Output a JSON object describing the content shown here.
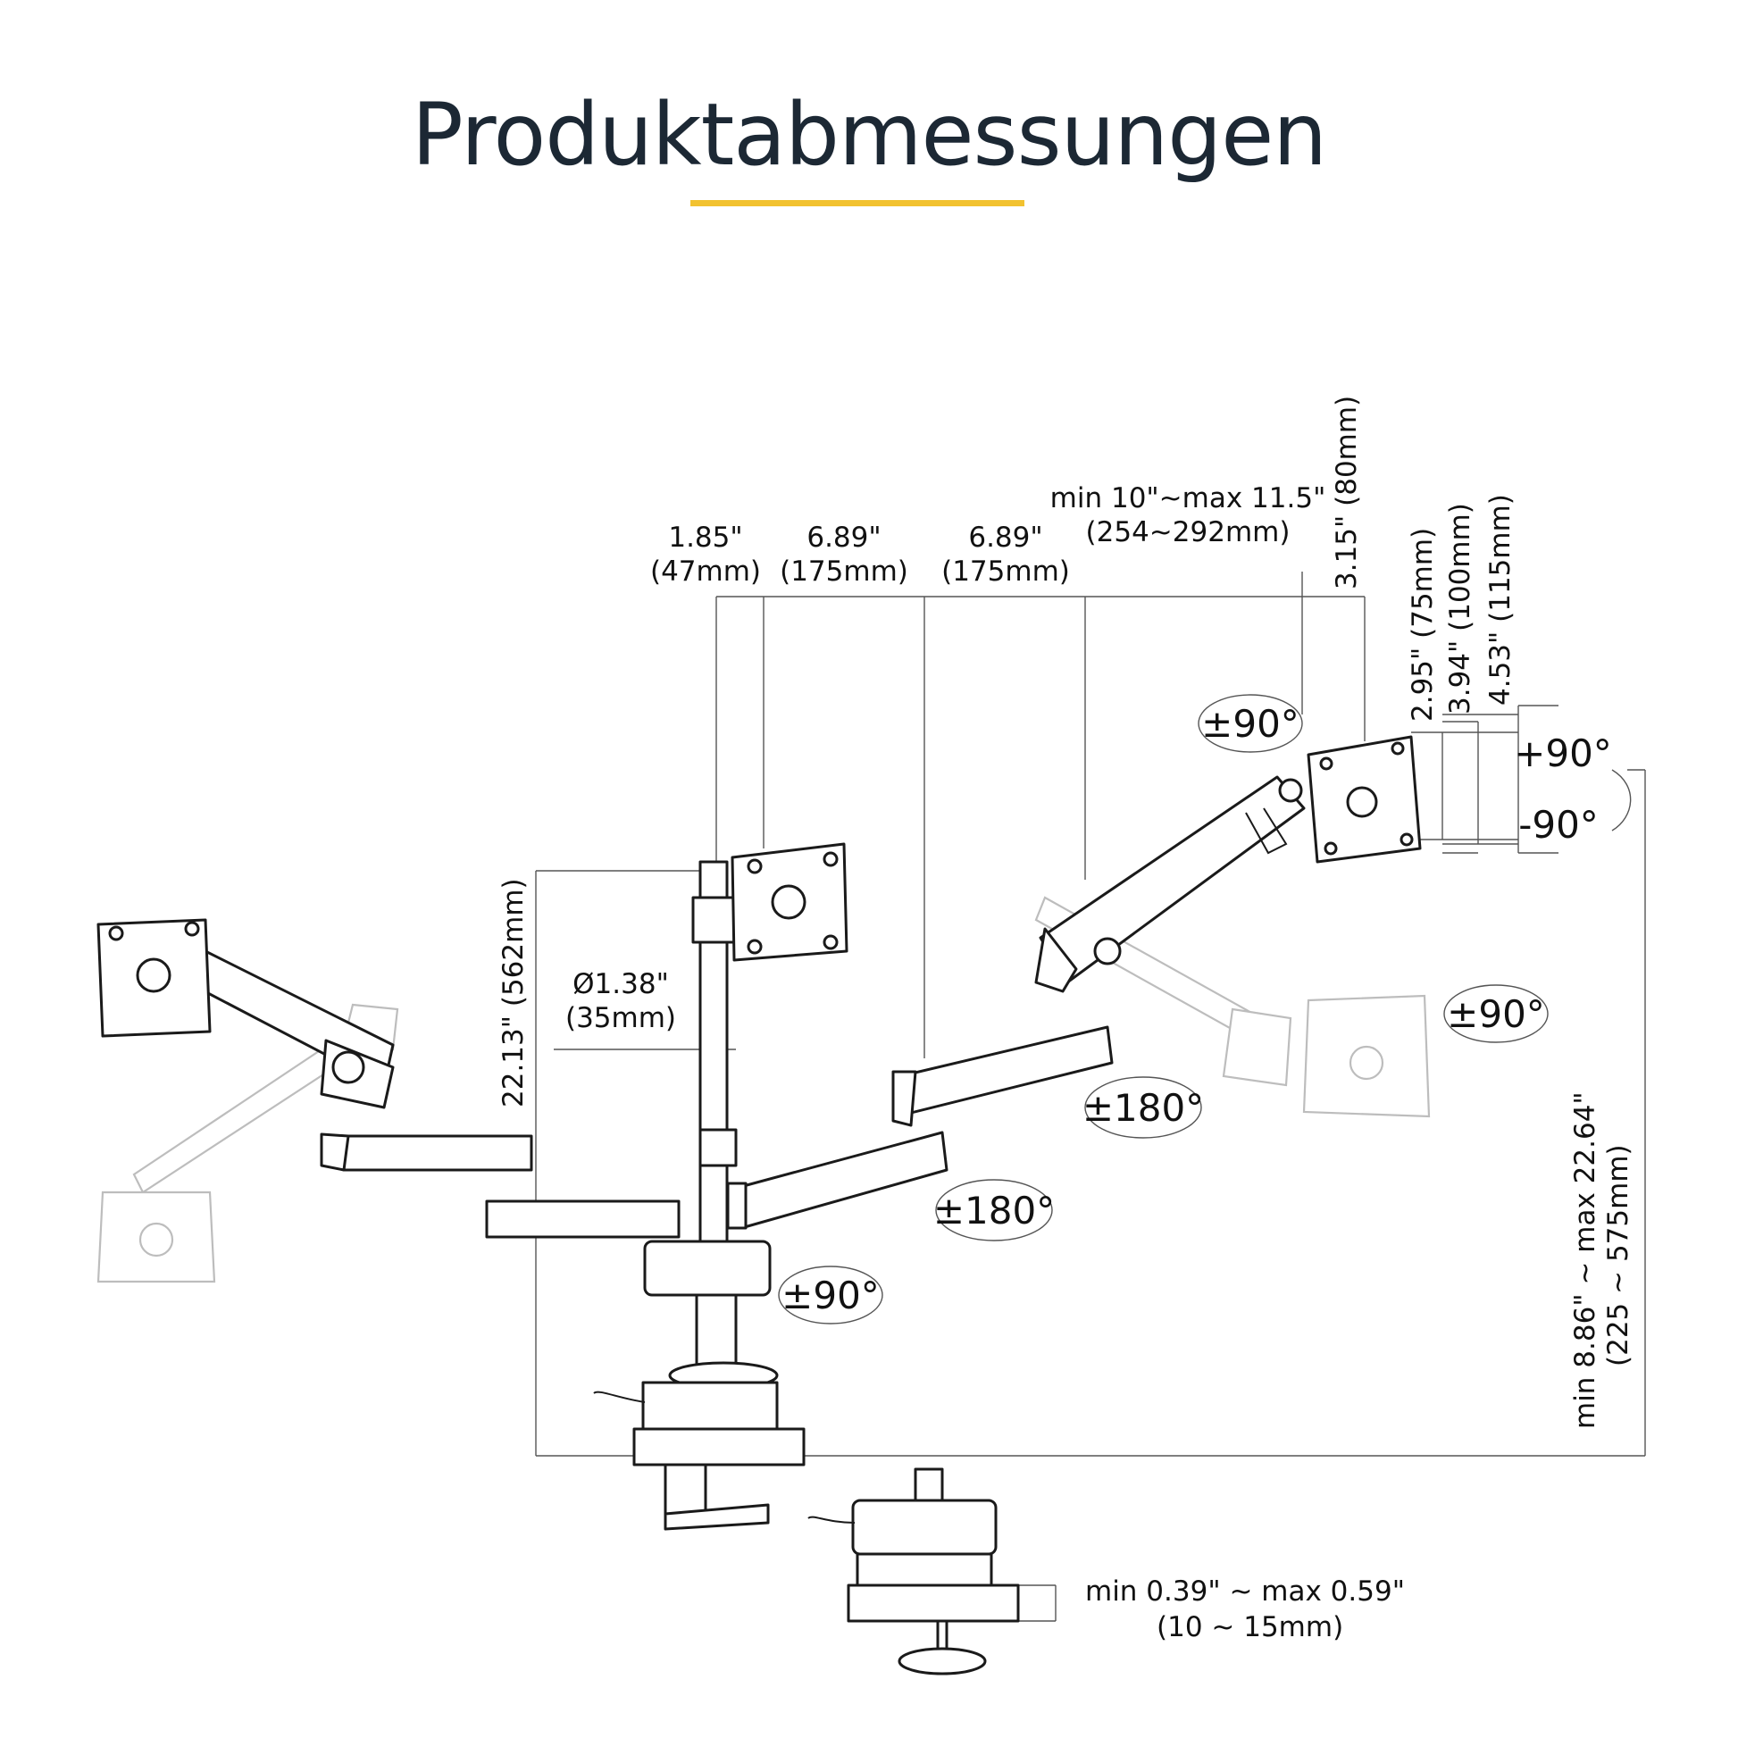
{
  "title": "Produktabmessungen",
  "accent_color": "#f2c230",
  "dimensions": {
    "d1": {
      "line1": "1.85\"",
      "line2": "(47mm)"
    },
    "d2": {
      "line1": "6.89\"",
      "line2": "(175mm)"
    },
    "d3": {
      "line1": "6.89\"",
      "line2": "(175mm)"
    },
    "reach": {
      "line1": "min 10\"~max 11.5\"",
      "line2": "(254~292mm)"
    },
    "vesa80": "3.15\" (80mm)",
    "vesa75": "2.95\" (75mm)",
    "vesa100": "3.94\" (100mm)",
    "vesa115": "4.53\" (115mm)",
    "pole": "22.13\" (562mm)",
    "diameter": {
      "line1": "Ø1.38\"",
      "line2": "(35mm)"
    },
    "height": {
      "line1": "min 8.86\" ~ max 22.64\"",
      "line2": "(225 ~ 575mm)"
    },
    "clamp": {
      "line1": "min 0.39\" ~ max 0.59\"",
      "line2": "(10 ~ 15mm)"
    }
  },
  "rotations": {
    "tilt_top": "±90°",
    "tilt_plus": "+90°",
    "tilt_minus": "-90°",
    "swivel_right": "±90°",
    "arm_right": "±180°",
    "arm_mid": "±180°",
    "base": "±90°"
  }
}
